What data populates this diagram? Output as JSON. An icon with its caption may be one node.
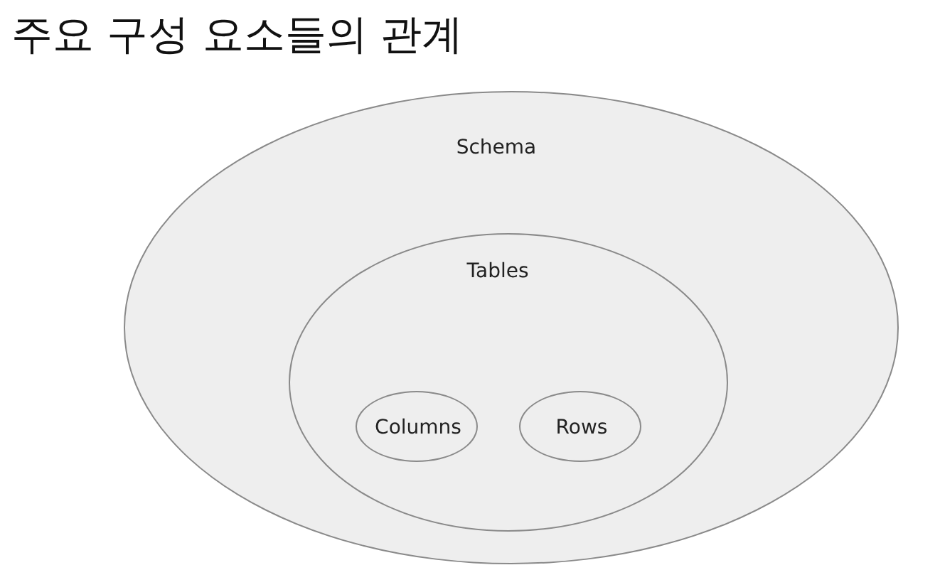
{
  "diagram": {
    "title": "주요 구성 요소들의 관계",
    "nodes": [
      {
        "text": [
          "Schema"
        ]
      },
      {
        "text": [
          "Tables"
        ],
        "in": 0
      },
      {
        "text": [
          "Columns"
        ],
        "in": 1
      },
      {
        "text": [
          "Rows"
        ],
        "in": 1
      }
    ]
  }
}
